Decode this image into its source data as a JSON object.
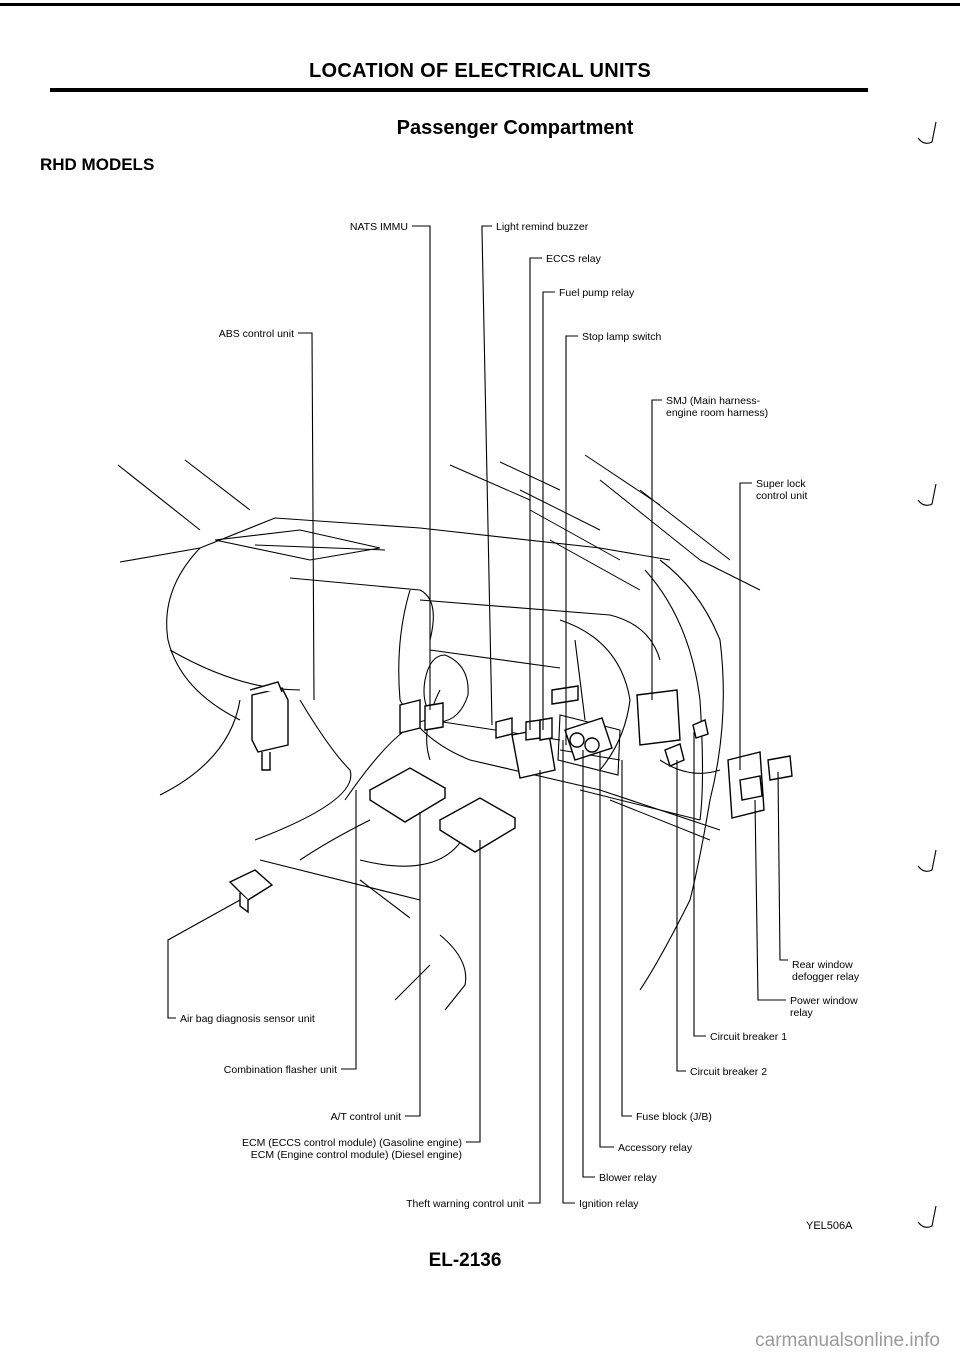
{
  "header": {
    "title": "LOCATION OF ELECTRICAL UNITS",
    "section": "Passenger Compartment",
    "model": "RHD MODELS"
  },
  "labels": {
    "nats_immu": "NATS IMMU",
    "light_remind_buzzer": "Light remind buzzer",
    "eccs_relay": "ECCS relay",
    "fuel_pump_relay": "Fuel pump relay",
    "abs_control_unit": "ABS control unit",
    "stop_lamp_switch": "Stop lamp switch",
    "smj_line1": "SMJ (Main harness-",
    "smj_line2": "engine room harness)",
    "super_lock_line1": "Super lock",
    "super_lock_line2": "control unit",
    "rear_window_line1": "Rear window",
    "rear_window_line2": "defogger relay",
    "power_window_line1": "Power window",
    "power_window_line2": "relay",
    "air_bag": "Air bag diagnosis sensor unit",
    "circuit_breaker_1": "Circuit breaker 1",
    "combination_flasher": "Combination flasher unit",
    "circuit_breaker_2": "Circuit breaker 2",
    "at_control_unit": "A/T control unit",
    "fuse_block": "Fuse block (J/B)",
    "ecm_line1": "ECM (ECCS control module) (Gasoline engine)",
    "ecm_line2": "ECM (Engine control module) (Diesel engine)",
    "accessory_relay": "Accessory relay",
    "blower_relay": "Blower relay",
    "theft_warning": "Theft warning control unit",
    "ignition_relay": "Ignition relay"
  },
  "footer": {
    "figure_code": "YEL506A",
    "page": "EL-2136",
    "watermark": "carmanualsonline.info"
  }
}
